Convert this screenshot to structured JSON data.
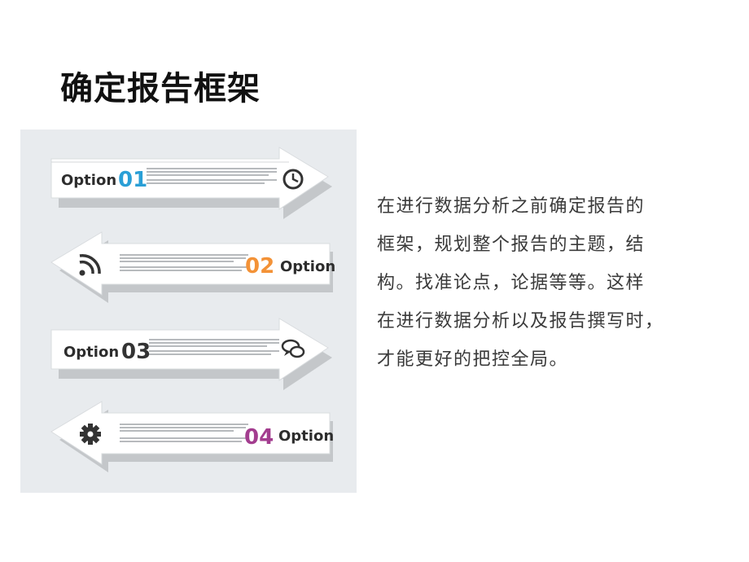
{
  "slide": {
    "title": "确定报告框架",
    "paragraph_lines": [
      "在进行数据分析之前确定报告的",
      "框架，规划整个报告的主题，结",
      "构。找准论点，论据等等。这样",
      "在进行数据分析以及报告撰写时，",
      "才能更好的把控全局。"
    ]
  },
  "infographic": {
    "background": "#e8ebee",
    "options": [
      {
        "label": "Option",
        "number": "01",
        "color": "#2a9fd6",
        "icon": "clock-icon"
      },
      {
        "label": "Option",
        "number": "02",
        "color": "#f39237",
        "icon": "rss-icon"
      },
      {
        "label": "Option",
        "number": "03",
        "color": "#333333",
        "icon": "chat-icon"
      },
      {
        "label": "Option",
        "number": "04",
        "color": "#a33d8f",
        "icon": "gear-icon"
      }
    ]
  }
}
